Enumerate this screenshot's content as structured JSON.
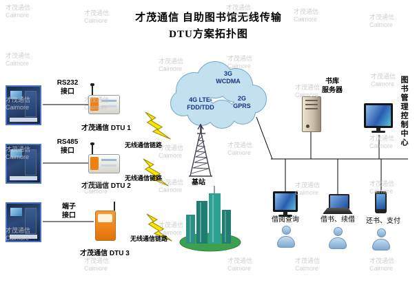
{
  "title": {
    "line1": "才茂通信 自助图书馆无线传输",
    "line2": "DTU方案拓扑图"
  },
  "watermark": {
    "line1": "才茂通信",
    "line2": "Caimore"
  },
  "cloud": {
    "net3g_line1": "3G",
    "net3g_line2": "WCDMA",
    "net4g_line1": "4G LTE-",
    "net4g_line2": "FDD/TDD",
    "net2g_line1": "2G",
    "net2g_line2": "GPRS"
  },
  "links": [
    {
      "interface": "RS232",
      "port": "接口",
      "dtu_label": "才茂通信 DTU 1",
      "wireless_label": "无线通信链路"
    },
    {
      "interface": "RS485",
      "port": "接口",
      "dtu_label": "才茂通信 DTU 2",
      "wireless_label": "无线通信链路"
    },
    {
      "interface": "端子",
      "port": "接口",
      "dtu_label": "才茂通信 DTU 3",
      "wireless_label": "无线通信链路"
    }
  ],
  "base_station": {
    "label": "基站"
  },
  "right": {
    "server_label_line1": "书库",
    "server_label_line2": "服务器",
    "control_center_label": "图书管理控制中心",
    "terminals": [
      {
        "label": "借阅查询"
      },
      {
        "label": "借书、续借"
      },
      {
        "label": "还书、支付"
      }
    ]
  }
}
